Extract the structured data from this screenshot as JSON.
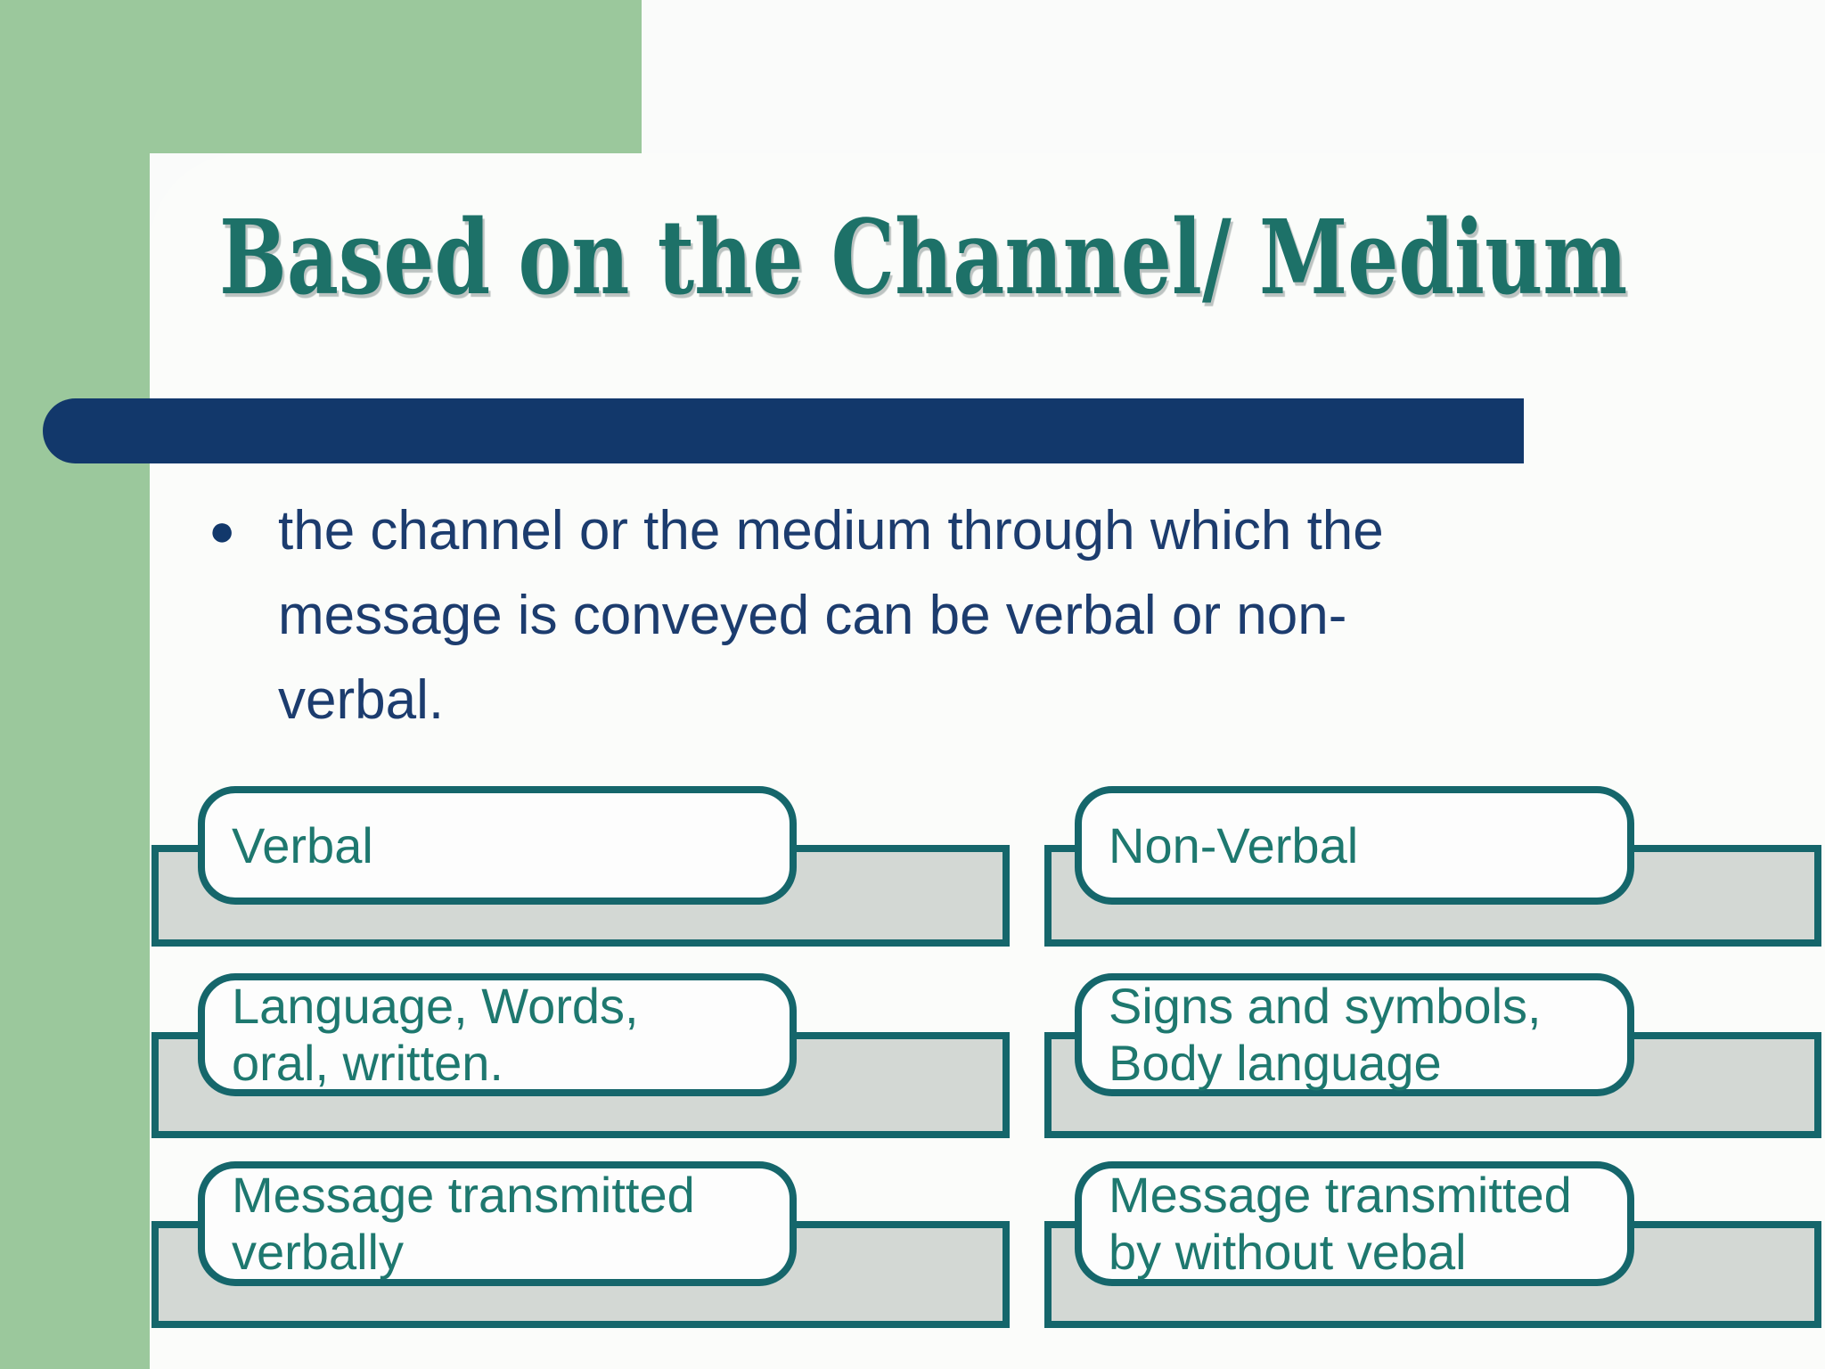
{
  "slide": {
    "title": "Based on the Channel/ Medium",
    "bullet": {
      "marker": "●",
      "lines": [
        "the channel or the medium through which the",
        "message is conveyed can be verbal or non-",
        "verbal."
      ]
    },
    "grid": {
      "boxes": [
        {
          "name": "verbal-header",
          "lines": [
            "Verbal"
          ]
        },
        {
          "name": "nonverbal-header",
          "lines": [
            "Non-Verbal"
          ]
        },
        {
          "name": "verbal-means",
          "lines": [
            "Language, Words,",
            "oral, written."
          ]
        },
        {
          "name": "nonverbal-means",
          "lines": [
            "Signs and symbols,",
            "Body language"
          ]
        },
        {
          "name": "verbal-description",
          "lines": [
            "Message transmitted",
            "verbally"
          ]
        },
        {
          "name": "nonverbal-description",
          "lines": [
            "Message transmitted",
            "by without vebal"
          ]
        }
      ]
    },
    "colors": {
      "frame_green": "#9bc89c",
      "accent_navy": "#12386b",
      "title_teal": "#1d7168",
      "box_border_teal": "#15666b",
      "box_text_teal": "#1e786f",
      "banner_gray": "#d3d8d4",
      "body_text_navy": "#1c3c6e"
    }
  }
}
